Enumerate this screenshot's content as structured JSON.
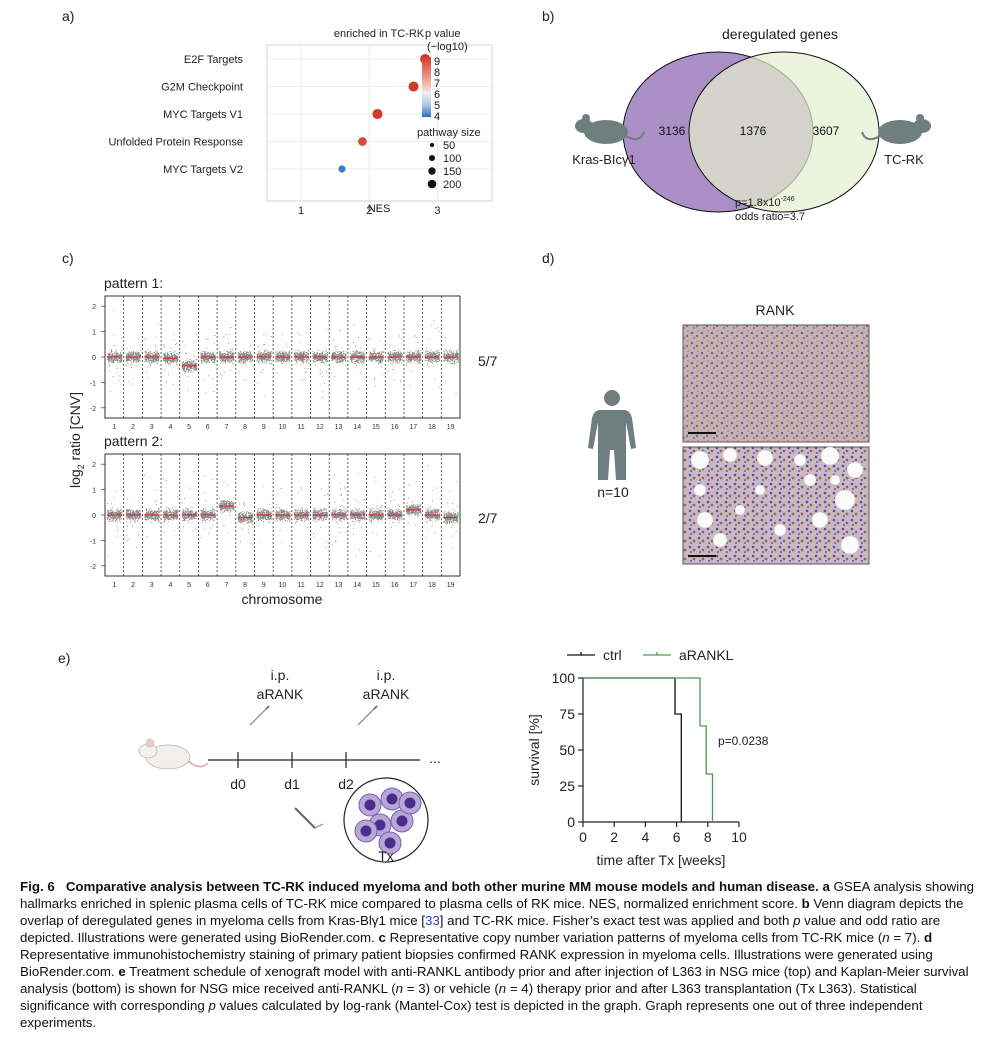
{
  "panel_labels": {
    "a": "a)",
    "b": "b)",
    "c": "c)",
    "d": "d)",
    "e": "e)"
  },
  "panel_a": {
    "chart_data": {
      "type": "scatter",
      "title": "enriched in TC-RK",
      "xlabel": "NES",
      "xticks": [
        "1",
        "2",
        "3"
      ],
      "xlim": [
        0.5,
        3.8
      ],
      "categories": [
        "E2F Targets",
        "G2M Checkpoint",
        "MYC Targets V1",
        "Unfolded Protein Response",
        "MYC Targets V2"
      ],
      "points": [
        {
          "pathway": "E2F Targets",
          "nes": 2.82,
          "neglog10p": 9.0,
          "size": 200,
          "color": "#d43a2a"
        },
        {
          "pathway": "G2M Checkpoint",
          "nes": 2.65,
          "neglog10p": 8.8,
          "size": 200,
          "color": "#d43a2a"
        },
        {
          "pathway": "MYC Targets V1",
          "nes": 2.12,
          "neglog10p": 8.5,
          "size": 200,
          "color": "#d43a2a"
        },
        {
          "pathway": "Unfolded Protein Response",
          "nes": 1.9,
          "neglog10p": 8.2,
          "size": 150,
          "color": "#d84a38"
        },
        {
          "pathway": "MYC Targets V2",
          "nes": 1.6,
          "neglog10p": 4.2,
          "size": 100,
          "color": "#3a7fc0"
        }
      ],
      "legend_color_title": [
        "p value",
        "(−log10)"
      ],
      "legend_color_ticks": [
        "9",
        "8",
        "7",
        "6",
        "5",
        "4"
      ],
      "legend_size_title": "pathway size",
      "legend_size_ticks": [
        "50",
        "100",
        "150",
        "200"
      ],
      "grid": true,
      "legend_placement": "right"
    }
  },
  "panel_b": {
    "title": "deregulated genes",
    "left_label": "Kras-BIcγ1",
    "right_label": "TC-RK",
    "left_only": "3136",
    "overlap": "1376",
    "right_only": "3607",
    "pvalue": "p=1.8x10",
    "pvalue_exp": "-246",
    "odds": "odds ratio=3.7",
    "colors": {
      "left": "#a58ac4",
      "right": "#e6efcf"
    }
  },
  "panel_c": {
    "pattern1": "pattern 1:",
    "pattern2": "pattern 2:",
    "ratio1": "5/7",
    "ratio2": "2/7",
    "ylabel_main": "log",
    "ylabel_sub": "2",
    "ylabel_rest": " ratio [CNV]",
    "xlabel": "chromosome",
    "yticks": [
      "2",
      "1",
      "0",
      "-1",
      "-2"
    ],
    "chromosomes": [
      "1",
      "2",
      "3",
      "4",
      "5",
      "6",
      "7",
      "8",
      "9",
      "10",
      "11",
      "12",
      "13",
      "14",
      "15",
      "16",
      "17",
      "18",
      "19"
    ]
  },
  "panel_d": {
    "title": "RANK",
    "n_label": "n=10"
  },
  "panel_e": {
    "ip1": "i.p.",
    "drug1": "aRANK",
    "ip2": "i.p.",
    "drug2": "aRANK",
    "days": [
      "d0",
      "d1",
      "d2"
    ],
    "ellipsis": "...",
    "tx": "Tx",
    "chart_data": {
      "type": "line",
      "subtype": "kaplan-meier",
      "xlabel": "time after Tx [weeks]",
      "ylabel": "survival [%]",
      "xlim": [
        0,
        10
      ],
      "ylim": [
        0,
        100
      ],
      "xticks": [
        "0",
        "2",
        "4",
        "6",
        "8",
        "10"
      ],
      "yticks": [
        "0",
        "25",
        "50",
        "75",
        "100"
      ],
      "pvalue": "p=0.0238",
      "series": [
        {
          "name": "ctrl",
          "color": "#111111",
          "x": [
            0,
            5.9,
            5.9,
            6.3,
            6.3
          ],
          "y": [
            100,
            100,
            75,
            75,
            0
          ]
        },
        {
          "name": "aRANKL",
          "color": "#4f9a52",
          "x": [
            0,
            7.5,
            7.5,
            7.9,
            7.9,
            8.3,
            8.3
          ],
          "y": [
            100,
            100,
            66.7,
            66.7,
            33.3,
            33.3,
            0
          ]
        }
      ]
    }
  },
  "caption": {
    "fig": "Fig. 6",
    "title": "Comparative analysis between TC-RK induced myeloma and both other murine MM mouse models and human disease.",
    "a_letter": "a",
    "a_text": " GSEA analysis showing hallmarks enriched in splenic plasma cells of TC-RK mice compared to plasma cells of RK mice. NES, normalized enrichment score. ",
    "b_letter": "b",
    "b_text1": " Venn diagram depicts the overlap of deregulated genes in myeloma cells from Kras-Blγ1 mice [",
    "b_ref": "33",
    "b_text2": "] and TC-RK mice. Fisher’s exact test was applied and both ",
    "b_p": "p",
    "b_text3": " value and odd ratio are depicted. Illustrations were generated using BioRender.com. ",
    "c_letter": "c",
    "c_text1": " Representative copy number variation patterns of myeloma cells from TC-RK mice (",
    "c_n": "n",
    "c_text2": " = 7). ",
    "d_letter": "d",
    "d_text": " Representative immunohistochemistry staining of primary patient biopsies confirmed RANK expression in myeloma cells. Illustrations were generated using BioRender.com. ",
    "e_letter": "e",
    "e_text1": " Treatment schedule of xenograft model with anti-RANKL antibody prior and after injection of L363 in NSG mice (top) and Kaplan-Meier survival analysis (bottom) is shown for NSG mice received anti-RANKL (",
    "e_n1": "n",
    "e_text2": " = 3) or vehicle (",
    "e_n2": "n",
    "e_text3": " = 4) therapy prior and after L363 transplantation (Tx L363). Statistical significance with corresponding ",
    "e_p": "p",
    "e_text4": " values calculated by log-rank (Mantel-Cox) test is depicted in the graph. Graph represents one out of three independent experiments."
  }
}
